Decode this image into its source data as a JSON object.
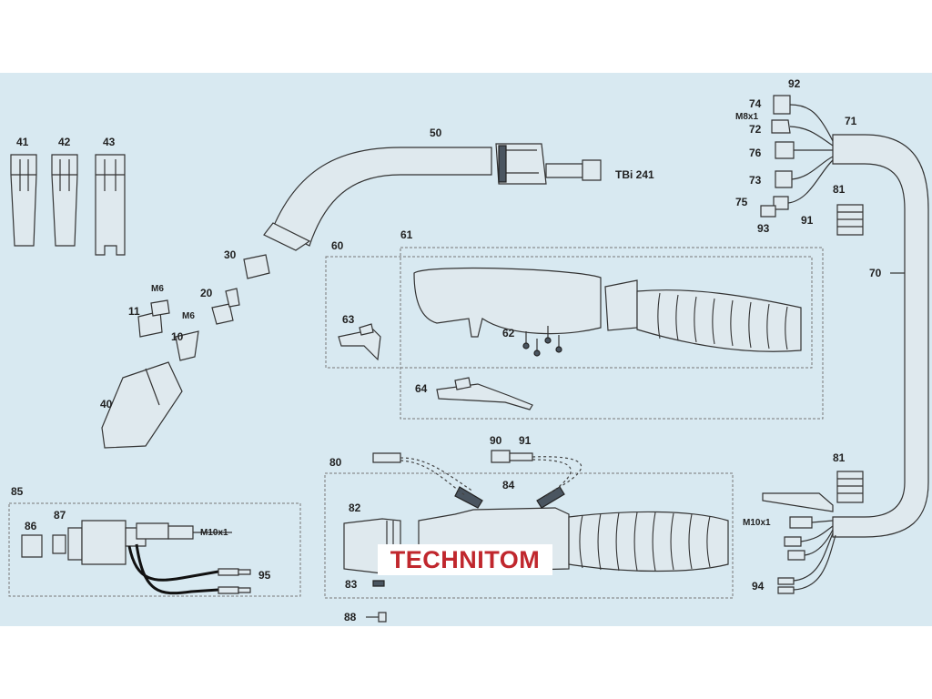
{
  "labels": {
    "l41": "41",
    "l42": "42",
    "l43": "43",
    "l50": "50",
    "tbi": "TBi 241",
    "l30": "30",
    "l20": "20",
    "l11": "11",
    "l10": "10",
    "l40": "40",
    "m6a": "M6",
    "m6b": "M6",
    "l60": "60",
    "l61": "61",
    "l62": "62",
    "l63": "63",
    "l64": "64",
    "l70": "70",
    "l71": "71",
    "l72": "72",
    "l73": "73",
    "l74": "74",
    "l75": "75",
    "l76": "76",
    "m8x1": "M8x1",
    "l81a": "81",
    "l81b": "81",
    "l91a": "91",
    "l92": "92",
    "l93": "93",
    "l80": "80",
    "l82": "82",
    "l83": "83",
    "l84": "84",
    "l88": "88",
    "l90": "90",
    "l91b": "91",
    "l85": "85",
    "l86": "86",
    "l87": "87",
    "l95": "95",
    "m10x1a": "M10x1",
    "m10x1b": "M10x1",
    "l94": "94"
  },
  "logo": {
    "text": "TECHNITOM"
  },
  "colors": {
    "background": "#d8e9f1",
    "logo_red": "#c0272d"
  }
}
